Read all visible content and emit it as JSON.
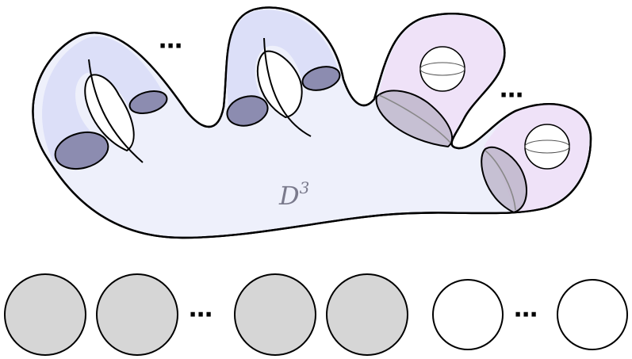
{
  "diagram": {
    "body_label": "D",
    "body_label_exponent": "3",
    "ellipsis": "⋯"
  },
  "colors": {
    "stroke": "#000000",
    "body_fill": "#eef0fb",
    "handle_fill": "#dcdff8",
    "handle_cap_fill": "#8c8cb0",
    "pocket_fill": "#efe2f8",
    "pocket_cap_fill": "#b8b0c6",
    "label_color": "#7a7a8c",
    "grey_disk_fill": "#d6d6d6",
    "white_disk_fill": "#ffffff"
  },
  "disks": {
    "grey_count_shown": 4,
    "white_count_shown": 2
  }
}
